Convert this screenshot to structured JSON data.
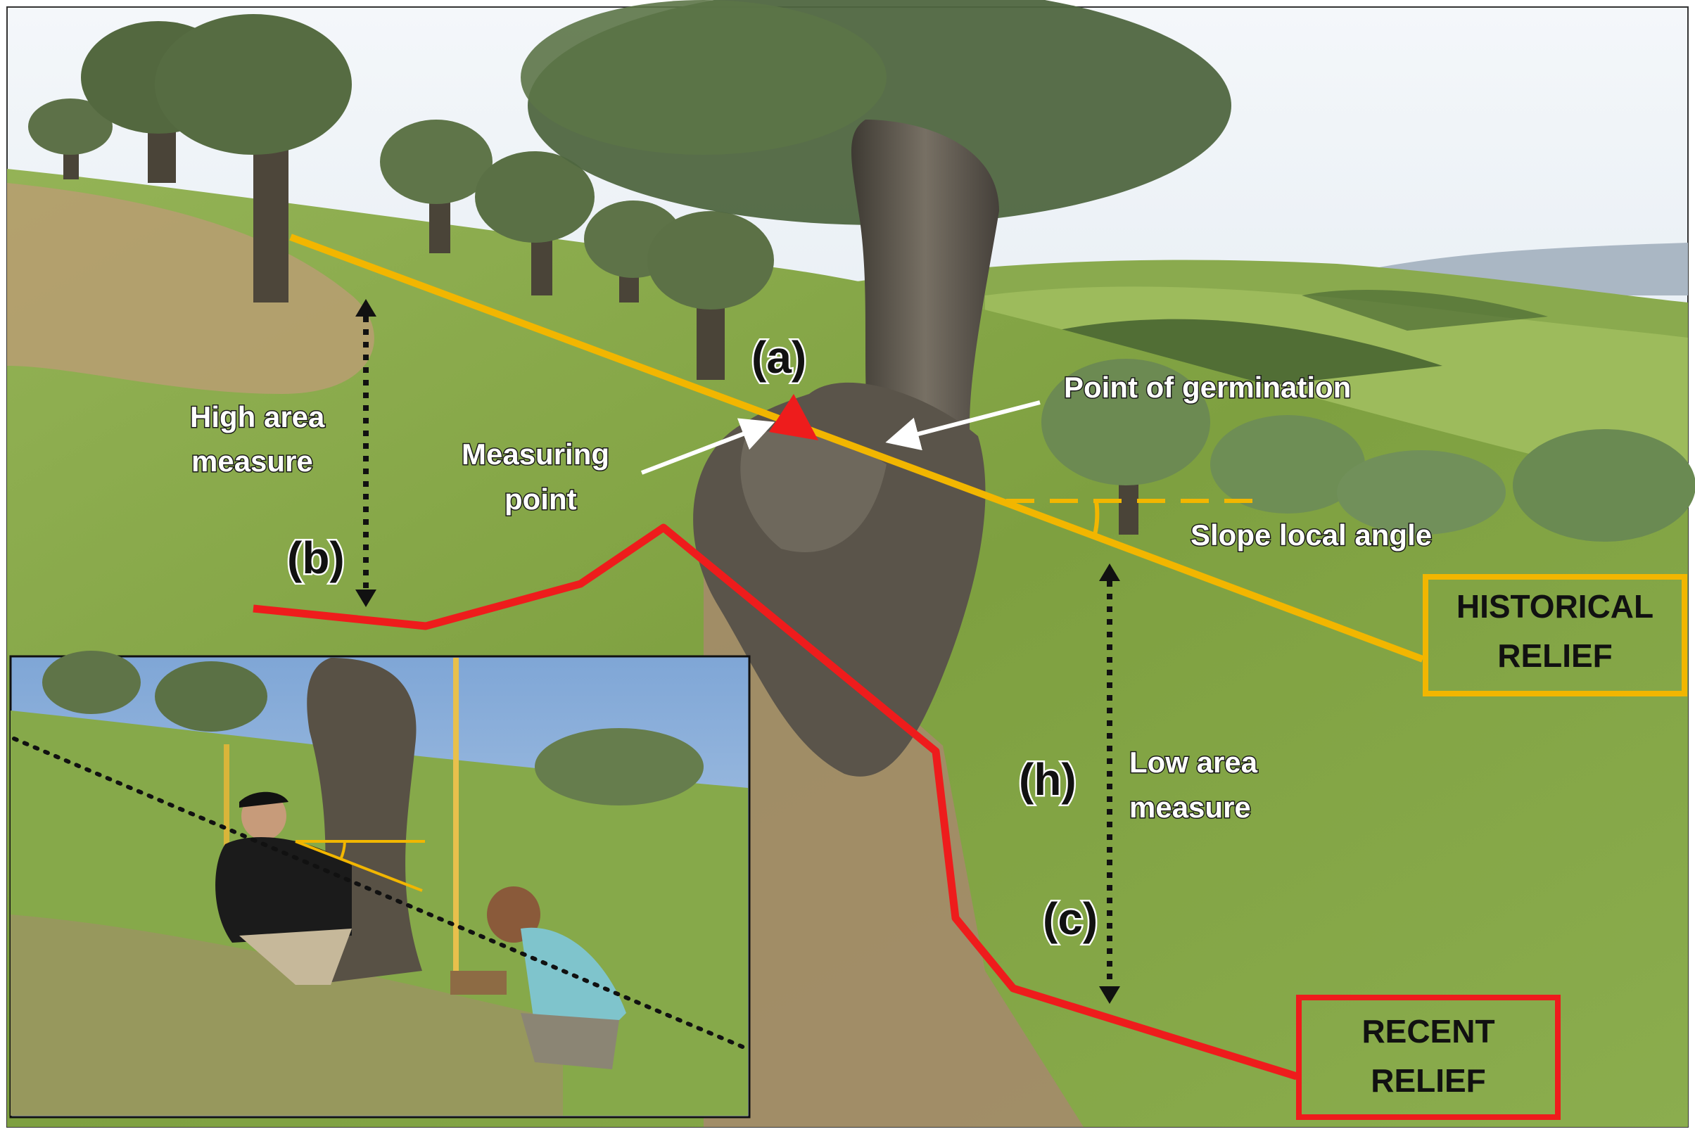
{
  "labels": {
    "a": "(a)",
    "b": "(b)",
    "c": "(c)",
    "h": "(h)",
    "high_area_line1": "High area",
    "high_area_line2": "measure",
    "low_area_line1": "Low area",
    "low_area_line2": "measure",
    "measuring_line1": "Measuring",
    "measuring_line2": "point",
    "germination": "Point of germination",
    "slope_angle": "Slope local angle",
    "historical_line1": "HISTORICAL",
    "historical_line2": "RELIEF",
    "recent_line1": "RECENT",
    "recent_line2": "RELIEF"
  },
  "colors": {
    "historical_relief": "#f5b800",
    "recent_relief": "#ee1c1c",
    "sky": "#dfe9f2",
    "grass": "#7fa342",
    "soil": "#b59a72",
    "trunk": "#5d574c"
  }
}
